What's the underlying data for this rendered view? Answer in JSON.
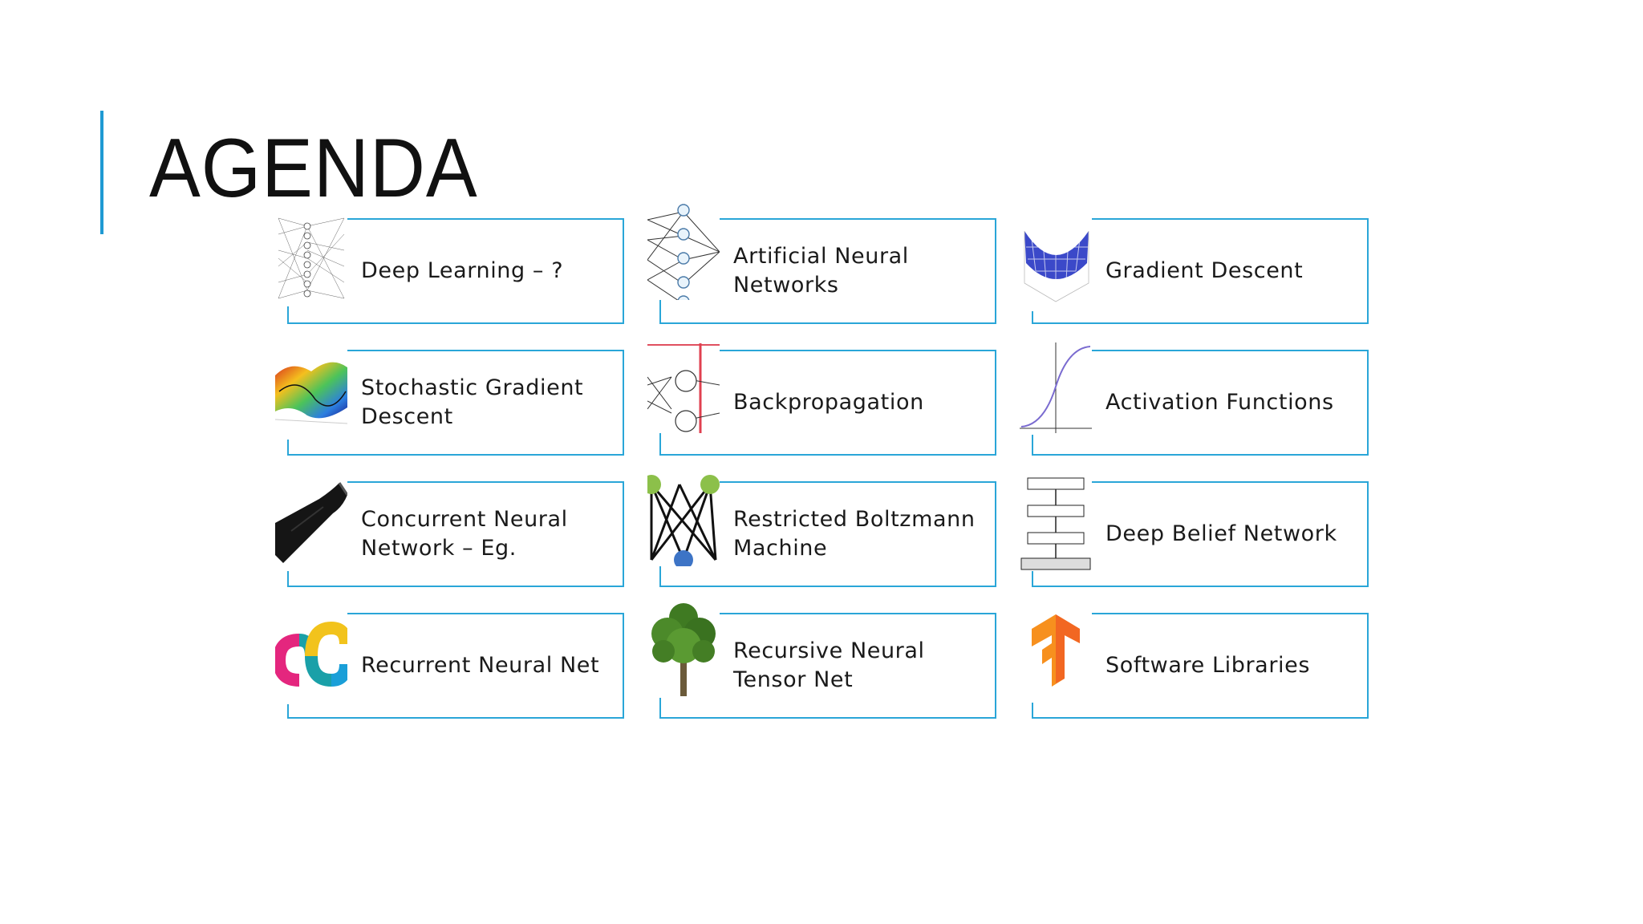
{
  "slide": {
    "title": "AGENDA",
    "accent_color": "#1f9ad3",
    "card_border_color": "#2aa6d8"
  },
  "cards": [
    {
      "label": "Deep Learning – ?",
      "icon": "deep-network-diagram-icon"
    },
    {
      "label": "Artificial Neural Networks",
      "icon": "neural-network-nodes-icon"
    },
    {
      "label": "Gradient Descent",
      "icon": "3d-surface-plot-icon"
    },
    {
      "label": "Stochastic Gradient Descent",
      "icon": "colored-loss-surface-icon"
    },
    {
      "label": "Backpropagation",
      "icon": "hidden-layer-neurons-icon"
    },
    {
      "label": "Activation Functions",
      "icon": "sigmoid-curve-icon"
    },
    {
      "label": "Concurrent Neural Network – Eg.",
      "icon": "flashlight-icon"
    },
    {
      "label": "Restricted Boltzmann Machine",
      "icon": "bipartite-graph-icon"
    },
    {
      "label": "Deep Belief Network",
      "icon": "stacked-layers-icon"
    },
    {
      "label": "Recurrent Neural Net",
      "icon": "loop-logo-icon"
    },
    {
      "label": "Recursive Neural Tensor Net",
      "icon": "tree-icon"
    },
    {
      "label": "Software Libraries",
      "icon": "tensorflow-logo-icon"
    }
  ]
}
